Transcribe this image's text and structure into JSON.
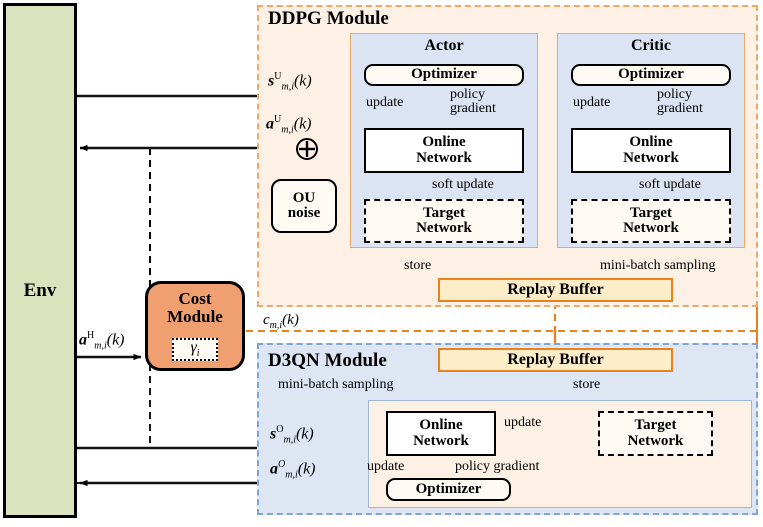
{
  "diagram": {
    "title": "DDPG and D3QN hybrid reinforcement learning architecture",
    "colors": {
      "env_fill": "#d9e3bd",
      "ddpg_fill": "#fdf1e6",
      "ddpg_border": "#f0a868",
      "d3qn_fill": "#dee6f4",
      "d3qn_border": "#7fa5d8",
      "actor_critic_fill": "#dce4f3",
      "replay_fill": "#fdeec9",
      "replay_border": "#e8821e",
      "cost_fill": "#f0a070",
      "node_fill": "#fffaf3"
    }
  },
  "env": {
    "label": "Env"
  },
  "ddpg": {
    "title": "DDPG Module",
    "actor": {
      "title": "Actor",
      "optimizer": "Optimizer",
      "online_network": "Online\nNetwork",
      "online_network_line1": "Online",
      "online_network_line2": "Network",
      "target_network_line1": "Target",
      "target_network_line2": "Network",
      "edge_update": "update",
      "edge_policy_gradient_line1": "policy",
      "edge_policy_gradient_line2": "gradient",
      "edge_soft_update": "soft update"
    },
    "critic": {
      "title": "Critic",
      "optimizer": "Optimizer",
      "online_network_line1": "Online",
      "online_network_line2": "Network",
      "target_network_line1": "Target",
      "target_network_line2": "Network",
      "edge_update": "update",
      "edge_policy_gradient_line1": "policy",
      "edge_policy_gradient_line2": "gradient",
      "edge_soft_update": "soft update"
    },
    "replay_buffer": "Replay Buffer",
    "edge_store": "store",
    "edge_minibatch": "mini-batch sampling",
    "ou_noise_line1": "OU",
    "ou_noise_line2": "noise"
  },
  "d3qn": {
    "title": "D3QN Module",
    "replay_buffer": "Replay Buffer",
    "edge_store": "store",
    "edge_minibatch": "mini-batch sampling",
    "online_network_line1": "Online",
    "online_network_line2": "Network",
    "target_network_line1": "Target",
    "target_network_line2": "Network",
    "optimizer": "Optimizer",
    "edge_update_to_target": "update",
    "edge_update_to_optimizer": "update",
    "edge_policy_gradient": "policy gradient"
  },
  "cost": {
    "title_line1": "Cost",
    "title_line2": "Module",
    "gamma": "γi",
    "gamma_base": "γ",
    "gamma_sub": "i"
  },
  "signals": {
    "state_u": {
      "base": "s",
      "sup": "U",
      "sub": "m,i",
      "arg": "(k)",
      "full": "s^U_{m,i}(k)"
    },
    "action_u": {
      "base": "a",
      "sup": "U",
      "sub": "m,i",
      "arg": "(k)",
      "full": "a^U_{m,i}(k)"
    },
    "action_h": {
      "base": "a",
      "sup": "H",
      "sub": "m,i",
      "arg": "(k)",
      "full": "a^H_{m,i}(k)"
    },
    "cost_c": {
      "base": "c",
      "sup": "",
      "sub": "m,i",
      "arg": "(k)",
      "full": "c_{m,i}(k)"
    },
    "state_o": {
      "base": "s",
      "sup": "O",
      "sub": "m,i",
      "arg": "(k)",
      "full": "s^O_{m,i}(k)"
    },
    "action_o": {
      "base": "a",
      "sup": "O",
      "sub": "m,i",
      "arg": "(k)",
      "full": "a^O_{m,i}(k)"
    }
  },
  "icons": {
    "sum_junction": "plus-circle-icon"
  }
}
